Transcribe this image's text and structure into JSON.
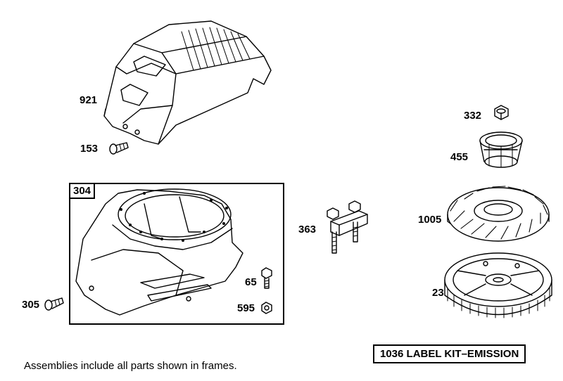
{
  "parts": [
    {
      "key": "shroud",
      "number": "921"
    },
    {
      "key": "screw_top",
      "number": "153"
    },
    {
      "key": "housing_asm",
      "number": "304"
    },
    {
      "key": "screw_left",
      "number": "305"
    },
    {
      "key": "bolt",
      "number": "65"
    },
    {
      "key": "nut_small",
      "number": "595"
    },
    {
      "key": "bracket",
      "number": "363"
    },
    {
      "key": "nut_flywheel",
      "number": "332"
    },
    {
      "key": "cup",
      "number": "455"
    },
    {
      "key": "fan",
      "number": "1005"
    },
    {
      "key": "flywheel",
      "number": "23"
    }
  ],
  "kit_label": "1036 LABEL KIT–EMISSION",
  "footnote": "Assemblies include all parts shown in frames."
}
